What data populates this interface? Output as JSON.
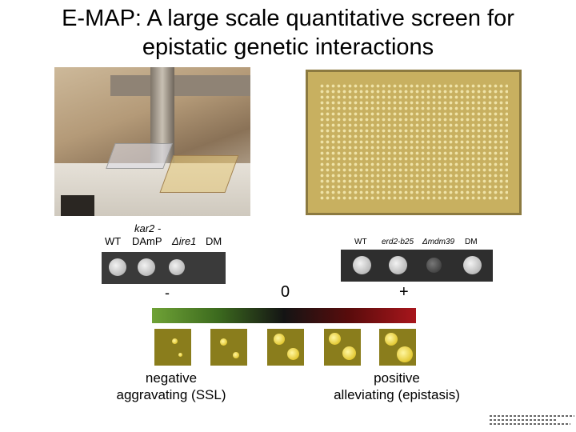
{
  "title": {
    "line1": "E-MAP: A large scale quantitative screen for",
    "line2": "epistatic genetic interactions"
  },
  "left_strip": {
    "header_top": "kar2 -",
    "labels": [
      "WT",
      "DAmP",
      "Δire1",
      "DM"
    ]
  },
  "right_strip": {
    "labels": [
      "WT",
      "erd2-b25",
      "Δmdm39",
      "DM"
    ]
  },
  "scale": {
    "minus": "-",
    "zero": "0",
    "plus": "+"
  },
  "captions": {
    "negative_line1": "negative",
    "negative_line2": "aggravating (SSL)",
    "positive_line1": "positive",
    "positive_line2": "alleviating (epistasis)"
  },
  "images": {
    "robot_photo": "robot-icon",
    "colony_plate": "plate-icon"
  }
}
